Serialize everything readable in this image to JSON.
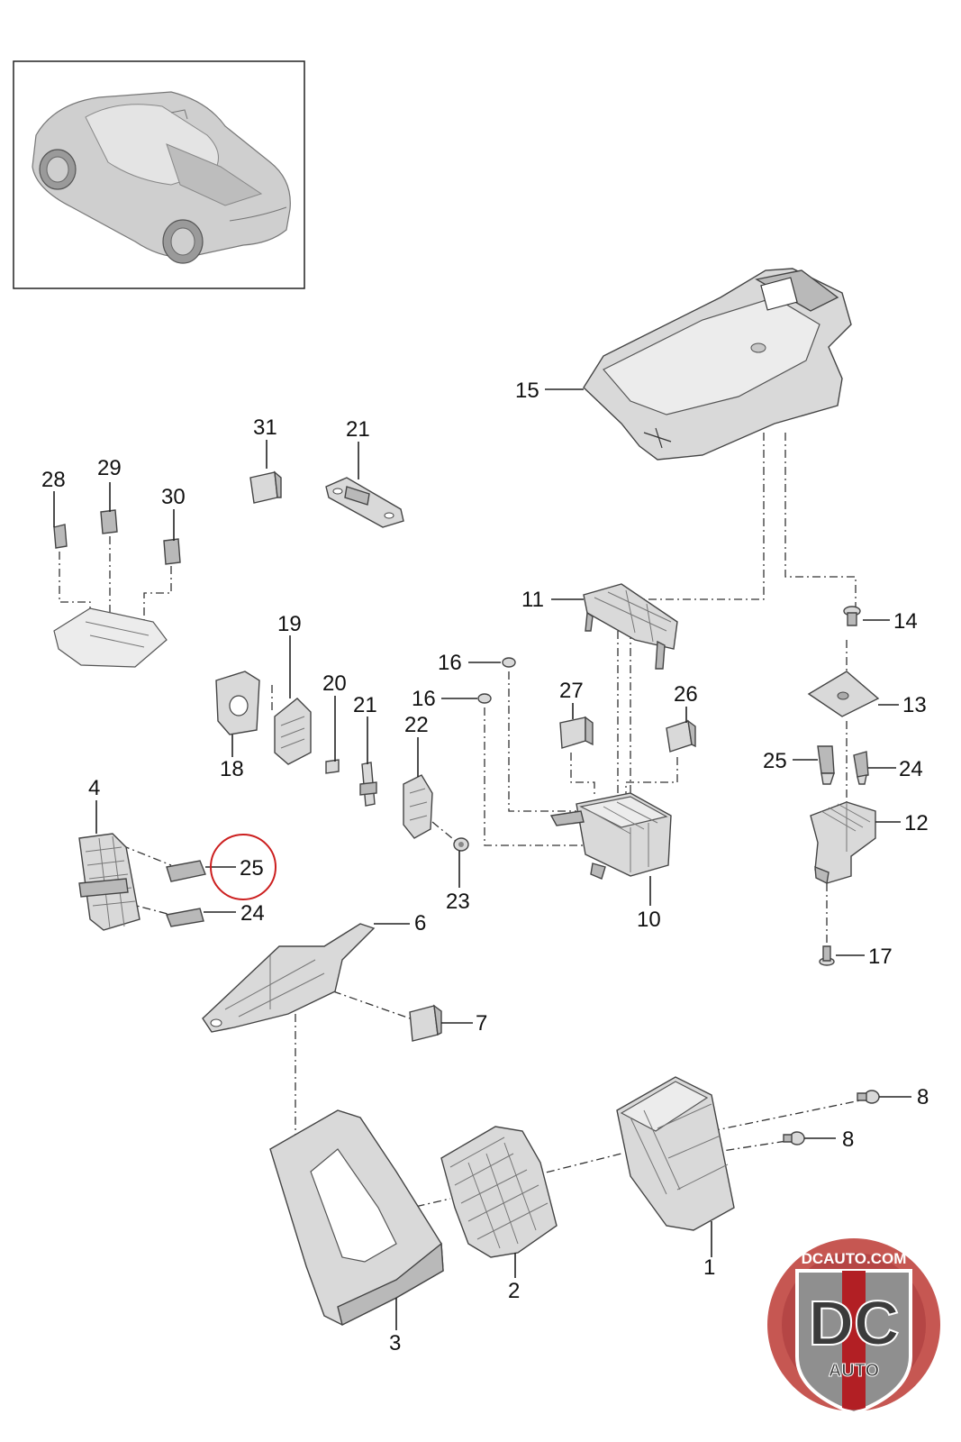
{
  "callouts": {
    "c1": "1",
    "c2": "2",
    "c3": "3",
    "c4": "4",
    "c6": "6",
    "c7": "7",
    "c8a": "8",
    "c8b": "8",
    "c10": "10",
    "c11": "11",
    "c12": "12",
    "c13": "13",
    "c14": "14",
    "c15": "15",
    "c16a": "16",
    "c16b": "16",
    "c17": "17",
    "c18": "18",
    "c19": "19",
    "c20": "20",
    "c21a": "21",
    "c21b": "21",
    "c22": "22",
    "c23": "23",
    "c24a": "24",
    "c24b": "24",
    "c25a": "25",
    "c25b": "25",
    "c26": "26",
    "c27": "27",
    "c28": "28",
    "c29": "29",
    "c30": "30",
    "c31": "31"
  },
  "highlight": {
    "callout": "25",
    "color": "#cc1f1f"
  },
  "watermark": {
    "url_text": "DCAUTO.COM",
    "monogram": "DC",
    "subtext": "AUTO",
    "colors": {
      "ring": "#c0453f",
      "badge": "#8f8f8f",
      "stripe": "#b21f24"
    }
  }
}
